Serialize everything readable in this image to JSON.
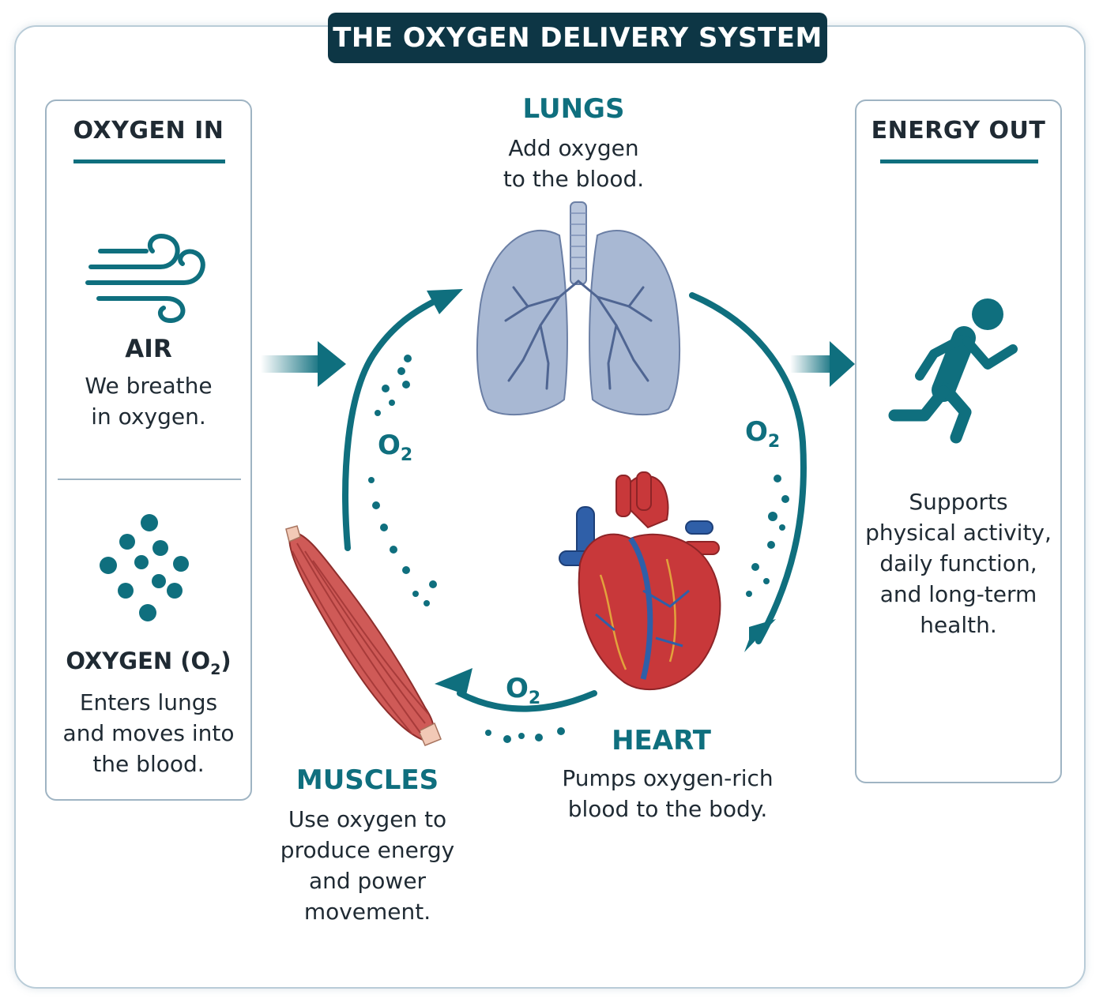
{
  "title": "THE OXYGEN DELIVERY SYSTEM",
  "oxygen_in": {
    "heading": "OXYGEN IN",
    "air": {
      "label": "AIR",
      "text": [
        "We breathe",
        "in oxygen."
      ]
    },
    "oxygen": {
      "label_prefix": "OXYGEN (O",
      "label_sub": "2",
      "label_suffix": ")",
      "text": [
        "Enters lungs",
        "and moves into",
        "the blood."
      ]
    }
  },
  "energy_out": {
    "heading": "ENERGY OUT",
    "text": [
      "Supports",
      "physical activity,",
      "daily function,",
      "and long-term",
      "health."
    ]
  },
  "lungs": {
    "label": "LUNGS",
    "text": [
      "Add oxygen",
      "to the blood."
    ]
  },
  "heart": {
    "label": "HEART",
    "text": [
      "Pumps oxygen-rich",
      "blood to the body."
    ]
  },
  "muscles": {
    "label": "MUSCLES",
    "text": [
      "Use oxygen to",
      "produce energy",
      "and power",
      "movement."
    ]
  },
  "o2_marker": {
    "symbol": "O",
    "sub": "2"
  },
  "colors": {
    "teal": "#0f6f7e",
    "navy": "#0d3645",
    "panel_border": "#9fb4c3",
    "heart_red": "#c8383a",
    "vessel_blue": "#2f5fa8",
    "lung_blue": "#a8b8d3",
    "muscle_red": "#cf5a57"
  },
  "icons": [
    "wind-icon",
    "oxygen-molecules-icon",
    "runner-icon",
    "lungs-icon",
    "heart-icon",
    "muscle-icon"
  ]
}
